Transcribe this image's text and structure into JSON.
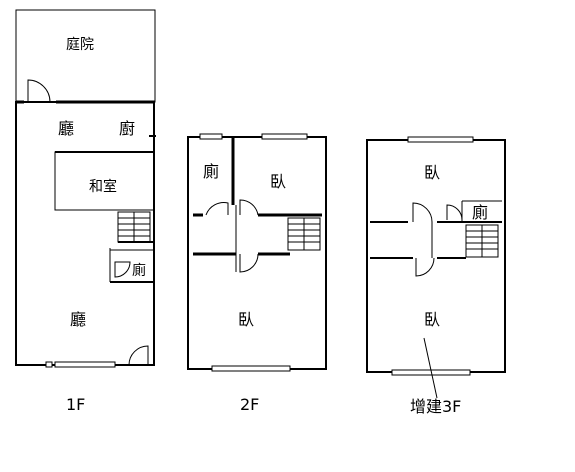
{
  "floors": {
    "f1": {
      "label": "1F",
      "rooms": {
        "courtyard": "庭院",
        "living_top": "廳",
        "kitchen": "廚",
        "tatami": "和室",
        "toilet": "廁",
        "living_bottom": "廳"
      }
    },
    "f2": {
      "label": "2F",
      "rooms": {
        "toilet": "廁",
        "bedroom_top": "臥",
        "bedroom_bottom": "臥"
      }
    },
    "f3": {
      "label": "增建3F",
      "rooms": {
        "bedroom_top": "臥",
        "toilet": "廁",
        "bedroom_bottom": "臥"
      }
    }
  }
}
